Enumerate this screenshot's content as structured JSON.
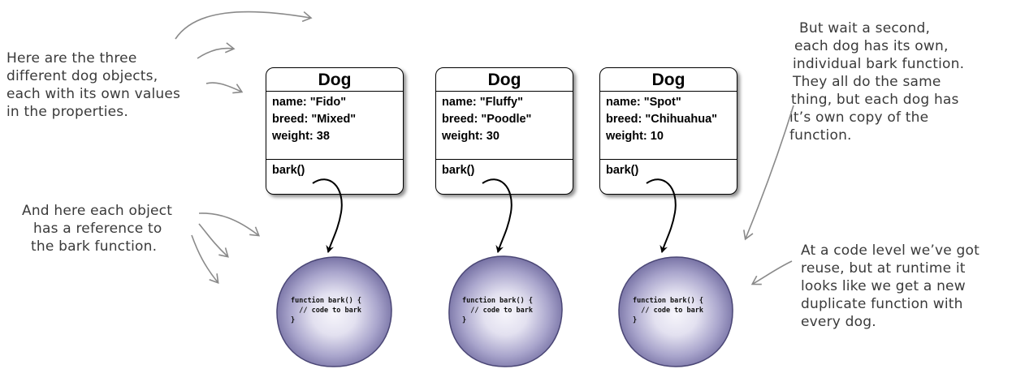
{
  "annotations": {
    "left_top": [
      "Here are the three",
      "different dog objects,",
      "each with its own values",
      "in the properties."
    ],
    "left_bottom": [
      "And here each object",
      "has a reference to",
      "the bark function."
    ],
    "right_top": [
      "But wait a second,",
      "each dog has its own,",
      "individual bark function.",
      "They all do the same",
      "thing, but each dog has",
      "it’s own copy of the",
      "function."
    ],
    "right_bottom": [
      "At a code level we’ve got",
      "reuse, but at runtime it",
      "looks like we get a new",
      "duplicate function with",
      "every dog."
    ]
  },
  "dogs": [
    {
      "class_name": "Dog",
      "props": [
        "name: \"Fido\"",
        "breed: \"Mixed\"",
        "weight: 38"
      ],
      "method": "bark()"
    },
    {
      "class_name": "Dog",
      "props": [
        "name: \"Fluffy\"",
        "breed: \"Poodle\"",
        "weight: 30"
      ],
      "method": "bark()"
    },
    {
      "class_name": "Dog",
      "props": [
        "name: \"Spot\"",
        "breed: \"Chihuahua\"",
        "weight: 10"
      ],
      "method": "bark()"
    }
  ],
  "functions": [
    {
      "code": "function bark() {\n  // code to bark\n}"
    },
    {
      "code": "function bark() {\n  // code to bark\n}"
    },
    {
      "code": "function bark() {\n  // code to bark\n}"
    }
  ],
  "colors": {
    "blob_fill": "#8f8bb8",
    "blob_center": "#f3f2fa",
    "arrow": "#000000",
    "note_arrow": "#888888"
  }
}
